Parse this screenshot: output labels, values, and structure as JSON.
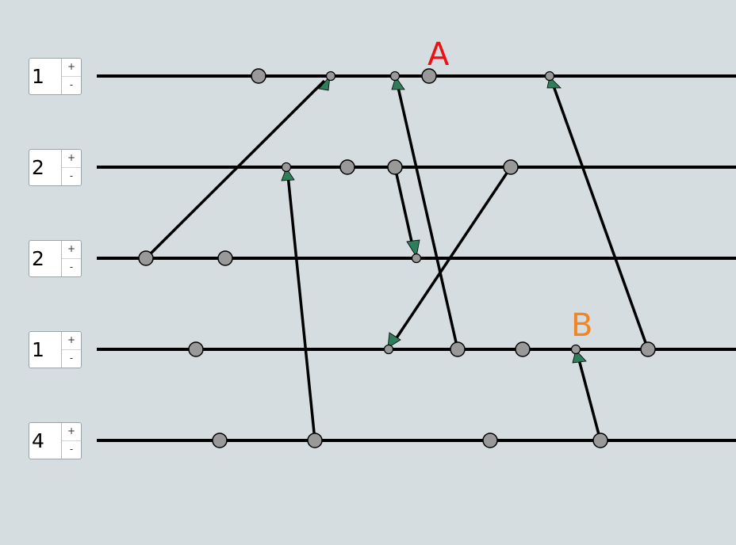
{
  "colors": {
    "background": "#d6dde1",
    "arrowhead": "#2e7d5b",
    "marker_A": "#ee1111",
    "marker_B": "#f28520"
  },
  "processes": [
    {
      "value": "1",
      "plus": "+",
      "minus": "-"
    },
    {
      "value": "2",
      "plus": "+",
      "minus": "-"
    },
    {
      "value": "2",
      "plus": "+",
      "minus": "-"
    },
    {
      "value": "1",
      "plus": "+",
      "minus": "-"
    },
    {
      "value": "4",
      "plus": "+",
      "minus": "-"
    }
  ],
  "markers": {
    "A": {
      "text": "A",
      "process": 0
    },
    "B": {
      "text": "B",
      "process": 3
    }
  }
}
